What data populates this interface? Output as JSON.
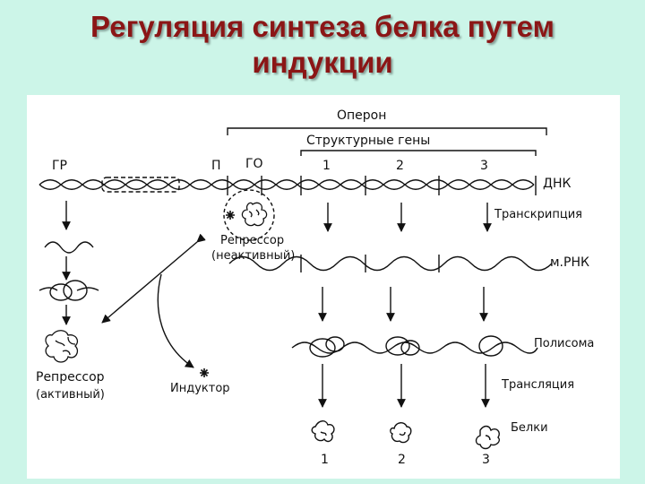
{
  "title": {
    "line1": "Регуляция синтеза белка путем",
    "line2": "индукции"
  },
  "diagram": {
    "operon": "Оперон",
    "structural_genes": "Структурные гены",
    "gr": "ГР",
    "p": "П",
    "go": "ГО",
    "gene1": "1",
    "gene2": "2",
    "gene3": "3",
    "dna": "ДНК",
    "transcription": "Транскрипция",
    "repressor_inactive": "Репрессор",
    "inactive_note": "(неактивный)",
    "mrna": "м.РНК",
    "polysome": "Полисома",
    "repressor_active": "Репрессор",
    "active_note": "(активный)",
    "inducer": "Индуктор",
    "translation": "Трансляция",
    "proteins": "Белки",
    "protein1": "1",
    "protein2": "2",
    "protein3": "3"
  },
  "colors": {
    "background": "#ccf5e8",
    "title": "#8b1616",
    "panel": "#ffffff",
    "ink": "#111111"
  }
}
